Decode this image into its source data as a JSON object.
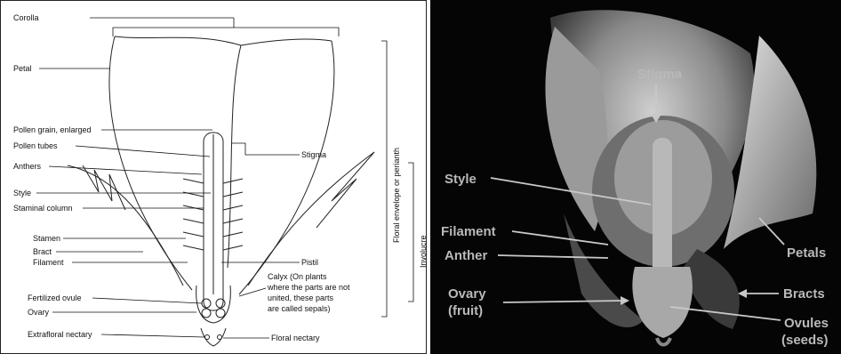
{
  "left_diagram": {
    "labels": {
      "corolla": "Corolla",
      "petal": "Petal",
      "pollen_grain": "Pollen grain, enlarged",
      "pollen_tubes": "Pollen tubes",
      "anthers": "Anthers",
      "style": "Style",
      "staminal_column": "Staminal column",
      "stamen": "Stamen",
      "bract": "Bract",
      "filament": "Filament",
      "fertilized_ovule": "Fertilized ovule",
      "ovary": "Ovary",
      "extrafloral_nectary": "Extrafloral nectary",
      "stigma": "Stigma",
      "pistil": "Pistil",
      "calyx_line1": "Calyx (On plants",
      "calyx_line2": "where the parts are not",
      "calyx_line3": "united, these parts",
      "calyx_line4": "are called sepals)",
      "floral_nectary": "Floral nectary",
      "floral_envelope": "Floral envelope or perianth",
      "involucre": "Involucre"
    }
  },
  "right_photo": {
    "labels": {
      "stigma": "Stigma",
      "style": "Style",
      "filament": "Filament",
      "anther": "Anther",
      "ovary_line1": "Ovary",
      "ovary_line2": "(fruit)",
      "petals": "Petals",
      "bracts": "Bracts",
      "ovules_line1": "Ovules",
      "ovules_line2": "(seeds)"
    }
  }
}
